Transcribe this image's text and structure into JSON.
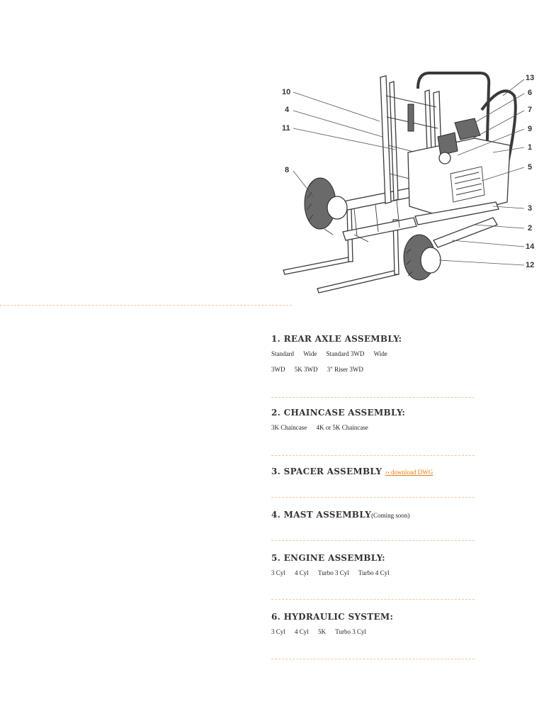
{
  "diagram": {
    "callouts": [
      "10",
      "4",
      "11",
      "8",
      "13",
      "6",
      "7",
      "9",
      "1",
      "5",
      "3",
      "2",
      "14",
      "12"
    ]
  },
  "sections": [
    {
      "title": "1. REAR AXLE ASSEMBLY:",
      "rows": [
        [
          "Standard",
          "Wide",
          "Standard 3WD",
          "Wide"
        ],
        [
          "3WD",
          "5K 3WD",
          "3\" Riser 3WD"
        ]
      ]
    },
    {
      "title": "2. CHAINCASE ASSEMBLY:",
      "rows": [
        [
          "3K Chaincase",
          "4K or 5K Chaincase"
        ]
      ]
    },
    {
      "title": "3. SPACER ASSEMBLY",
      "link": "›› download  DWG"
    },
    {
      "title": "4. MAST ASSEMBLY",
      "note": "(Coming soon)"
    },
    {
      "title": "5. ENGINE ASSEMBLY:",
      "rows": [
        [
          "3 Cyl",
          "4 Cyl",
          "Turbo 3 Cyl",
          "Turbo 4 Cyl"
        ]
      ]
    },
    {
      "title": "6. HYDRAULIC SYSTEM:",
      "rows": [
        [
          "3 Cyl",
          "4 Cyl",
          "5K",
          "Turbo 3 Cyl"
        ]
      ]
    }
  ],
  "colors": {
    "divider": "#f2c49a",
    "link": "#e8790f",
    "heading": "#333333"
  }
}
